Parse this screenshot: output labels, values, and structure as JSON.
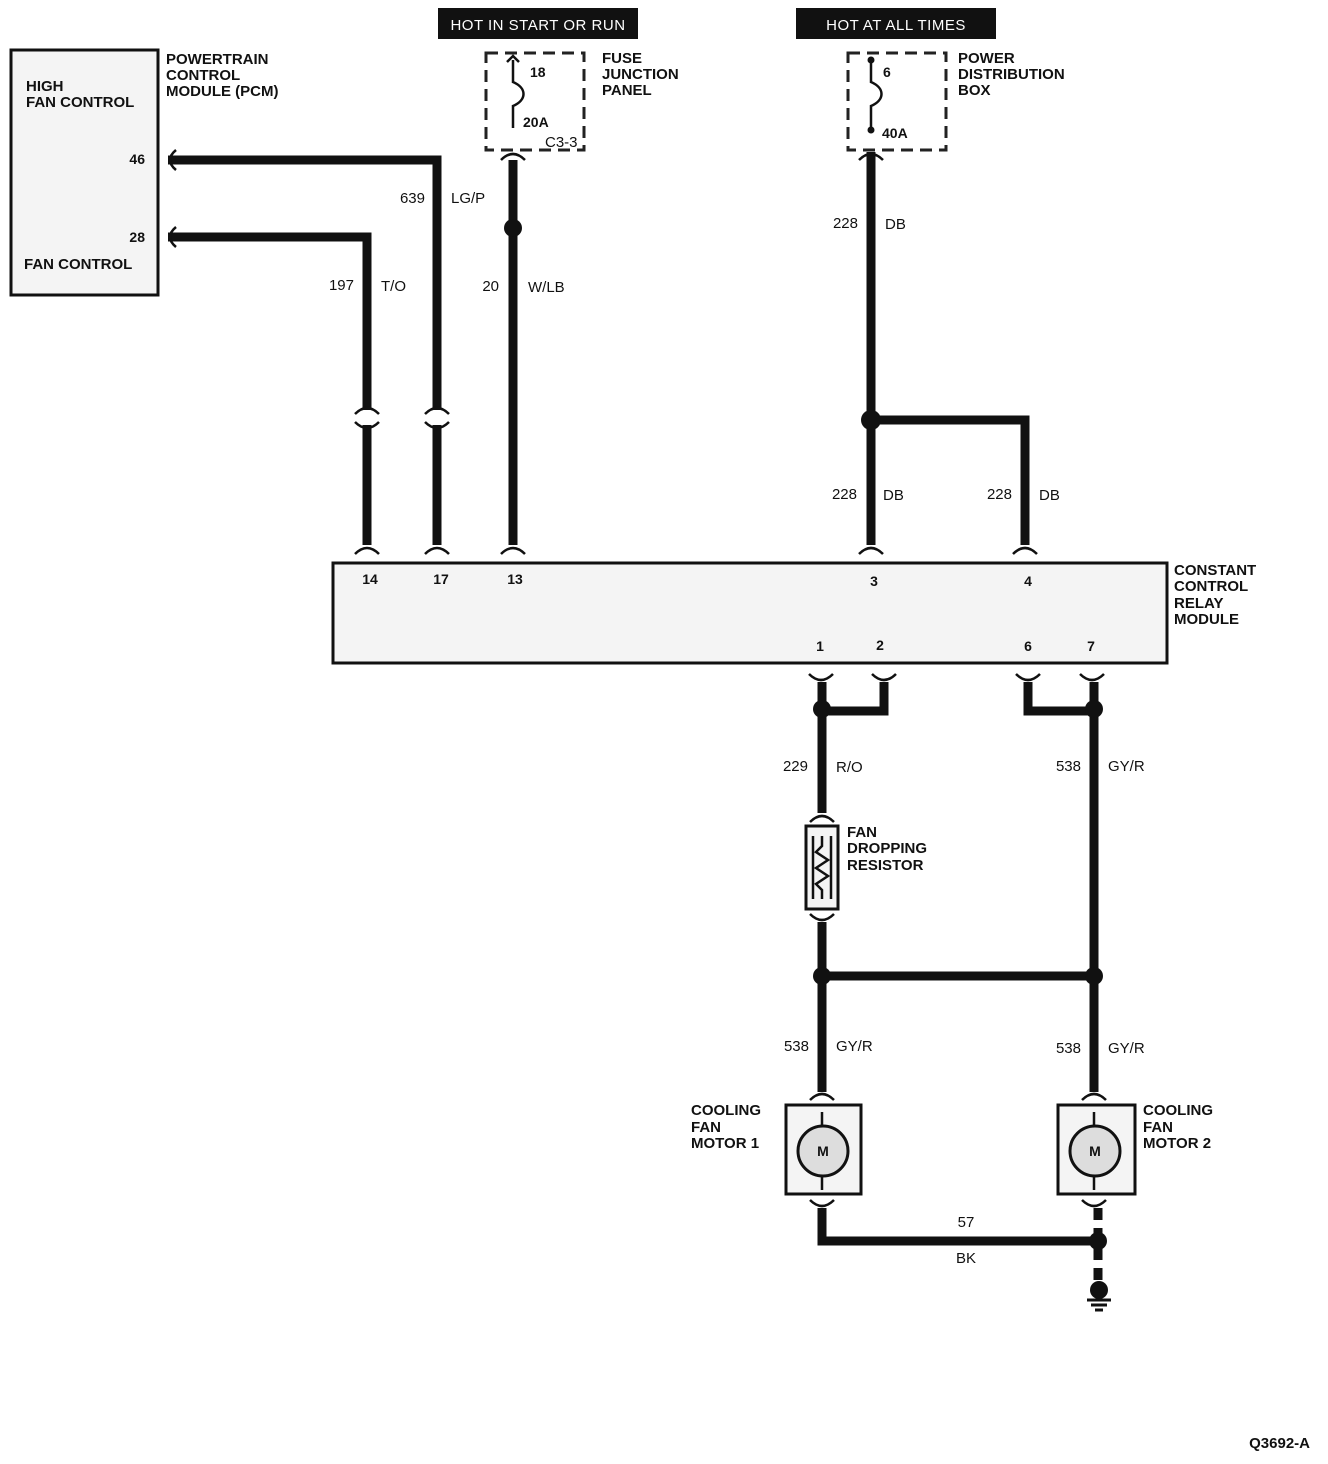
{
  "banners": {
    "start_run": "HOT IN START OR RUN",
    "all_times": "HOT AT ALL TIMES"
  },
  "pcm": {
    "title": [
      "POWERTRAIN",
      "CONTROL",
      "MODULE (PCM)"
    ],
    "high_fan_control": [
      "HIGH",
      "FAN CONTROL"
    ],
    "fan_control": "FAN CONTROL",
    "pin_high": "46",
    "pin_fan": "28"
  },
  "fuse_junction": {
    "title": [
      "FUSE",
      "JUNCTION",
      "PANEL"
    ],
    "fuse_number": "18",
    "rating": "20A",
    "connector": "C3-3"
  },
  "power_dist": {
    "title": [
      "POWER",
      "DISTRIBUTION",
      "BOX"
    ],
    "fuse_number": "6",
    "rating": "40A"
  },
  "wires": {
    "w639": {
      "circuit": "639",
      "color": "LG/P"
    },
    "w197": {
      "circuit": "197",
      "color": "T/O"
    },
    "w20": {
      "circuit": "20",
      "color": "W/LB"
    },
    "w228_top": {
      "circuit": "228",
      "color": "DB"
    },
    "w228_left": {
      "circuit": "228",
      "color": "DB"
    },
    "w228_right": {
      "circuit": "228",
      "color": "DB"
    },
    "w229": {
      "circuit": "229",
      "color": "R/O"
    },
    "w538_upper": {
      "circuit": "538",
      "color": "GY/R"
    },
    "w538_lower_left": {
      "circuit": "538",
      "color": "GY/R"
    },
    "w538_lower_right": {
      "circuit": "538",
      "color": "GY/R"
    },
    "w57": {
      "circuit": "57",
      "color": "BK"
    }
  },
  "relay": {
    "title": [
      "CONSTANT",
      "CONTROL",
      "RELAY",
      "MODULE"
    ],
    "pins_top": [
      "14",
      "17",
      "13",
      "3",
      "4"
    ],
    "pins_bottom": [
      "1",
      "2",
      "6",
      "7"
    ]
  },
  "resistor": {
    "title": [
      "FAN",
      "DROPPING",
      "RESISTOR"
    ]
  },
  "motor1": {
    "title": [
      "COOLING",
      "FAN",
      "MOTOR 1"
    ],
    "symbol": "M"
  },
  "motor2": {
    "title": [
      "COOLING",
      "FAN",
      "MOTOR 2"
    ],
    "symbol": "M"
  },
  "figure_id": "Q3692-A"
}
